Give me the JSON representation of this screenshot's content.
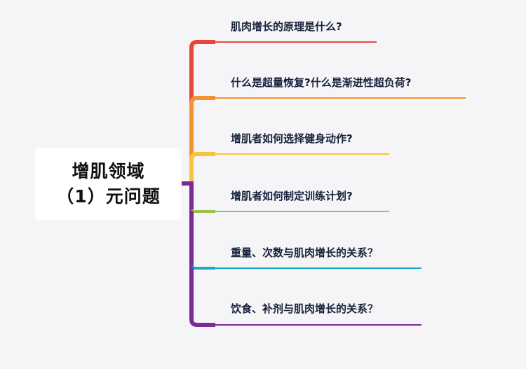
{
  "root": {
    "line1": "增肌领域",
    "line2": "（1）元问题"
  },
  "branches": [
    {
      "label": "肌肉增长的原理是什么?",
      "color": "#e8453c"
    },
    {
      "label": "什么是超量恢复?什么是渐进性超负荷?",
      "color": "#f39233"
    },
    {
      "label": "增肌者如何选择健身动作?",
      "color": "#f7c53c"
    },
    {
      "label": "增肌者如何制定训练计划?",
      "color": "#9bc14a"
    },
    {
      "label": "重量、次数与肌肉增长的关系？",
      "color": "#1aa8d0"
    },
    {
      "label": "饮食、补剂与肌肉增长的关系？",
      "color": "#7a2c94"
    }
  ]
}
